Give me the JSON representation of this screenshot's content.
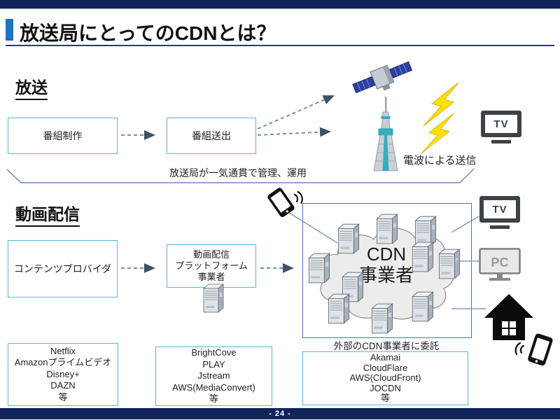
{
  "slide": {
    "title": "放送局にとってのCDNとは？",
    "page_number": "- 24 -"
  },
  "broadcast": {
    "heading": "放送",
    "production_box": "番組制作",
    "sendout_box": "番組送出",
    "radio_caption": "電波による送信",
    "brace_caption": "放送局が一気通貫で管理、運用"
  },
  "streaming": {
    "heading": "動画配信",
    "provider_box": "コンテンツプロバイダ",
    "platform_box_lines": [
      "動画配信",
      "プラットフォーム",
      "事業者"
    ],
    "cdn_cloud_lines": [
      "CDN",
      "事業者"
    ],
    "outsource_caption": "外部のCDN事業者に委託"
  },
  "examples": {
    "video_services": [
      "Netflix",
      "Amazonプライムビデオ",
      "Disney+",
      "DAZN",
      "等"
    ],
    "platform_services": [
      "BrightCove",
      "PLAY",
      "Jstream",
      "AWS(MediaConvert)",
      "等"
    ],
    "cdn_services": [
      "Akamai",
      "CloudFlare",
      "AWS(CloudFront)",
      "JOCDN",
      "等"
    ]
  },
  "icons": {
    "tv_label": "TV",
    "pc_label": "PC",
    "names": [
      "satellite-icon",
      "broadcast-tower-icon",
      "lightning-icon",
      "tv-icon",
      "pc-icon",
      "house-icon",
      "smartphone-icon",
      "server-icon",
      "cloud-icon"
    ]
  },
  "colors": {
    "navy_band": "#12255a",
    "title_accent": "#1d72c2",
    "title_underline": "#2e3192",
    "cyan_border": "#52b8d8",
    "cdn_border": "#4472c4",
    "connector": "#6b88b8",
    "dashed_arrow": "#7a8ea3",
    "arrow_head": "#3e5166",
    "lightning": "#ffe000"
  }
}
